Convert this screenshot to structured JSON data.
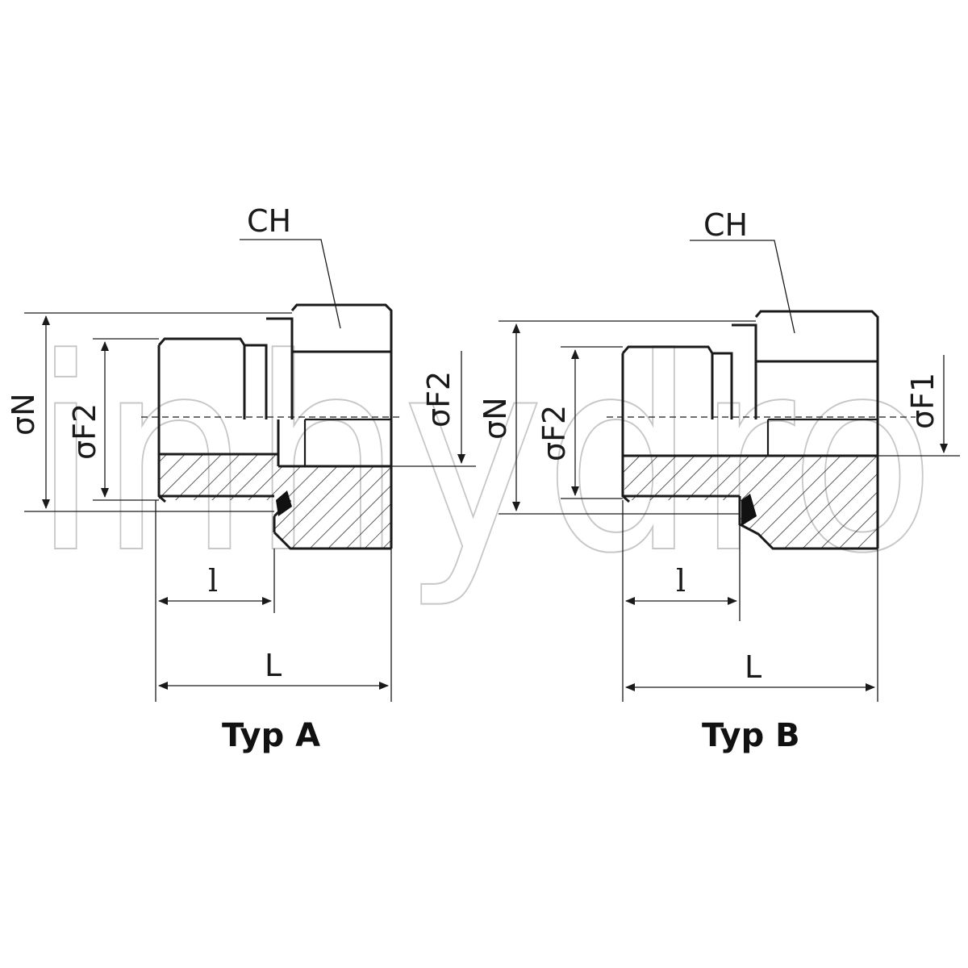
{
  "watermark": "inhydro",
  "typ_a": {
    "caption": "Typ A",
    "label_ch": "CH",
    "label_dn": "σN",
    "label_df2_left": "σF2",
    "label_df2_right": "σF2",
    "label_l_small": "l",
    "label_l": "L"
  },
  "typ_b": {
    "caption": "Typ B",
    "label_ch": "CH",
    "label_dn": "σN",
    "label_df2": "σF2",
    "label_df1": "σF1",
    "label_l_small": "l",
    "label_l": "L"
  }
}
